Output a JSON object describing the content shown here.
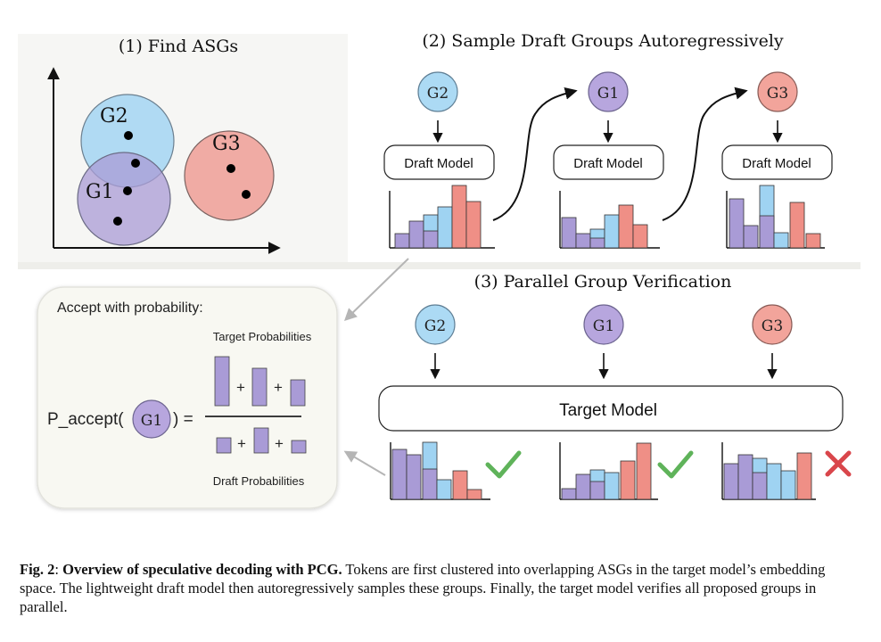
{
  "panels": {
    "p1_title": "(1) Find ASGs",
    "p2_title": "(2) Sample Draft Groups Autoregressively",
    "p3_title": "(3) Parallel Group Verification"
  },
  "groups": {
    "g1": "G1",
    "g2": "G2",
    "g3": "G3"
  },
  "models": {
    "draft": "Draft Model",
    "target": "Target Model"
  },
  "accept": {
    "heading": "Accept with probability:",
    "target_label": "Target Probabilities",
    "draft_label": "Draft Probabilities",
    "formula_prefix": "P_accept(",
    "formula_suffix": ") =",
    "plus": "+"
  },
  "caption": {
    "fig": "Fig. 2",
    "colon": ": ",
    "bold_title": "Overview of speculative decoding with PCG.",
    "body": " Tokens are first clustered into overlapping ASGs in the target model’s embedding space. The lightweight draft model then autoregressively samples these groups. Finally, the target model verifies all proposed groups in parallel."
  },
  "verification": {
    "results": [
      "accept",
      "accept",
      "reject"
    ]
  },
  "colors": {
    "purple": "#a99bd6",
    "blue": "#9fd3f2",
    "red": "#ef8f86",
    "g1_fill": "#b7a6de",
    "g2_fill": "#acdaf4",
    "g3_fill": "#f2a49b",
    "check": "#5fb35a",
    "cross": "#d9464b"
  }
}
